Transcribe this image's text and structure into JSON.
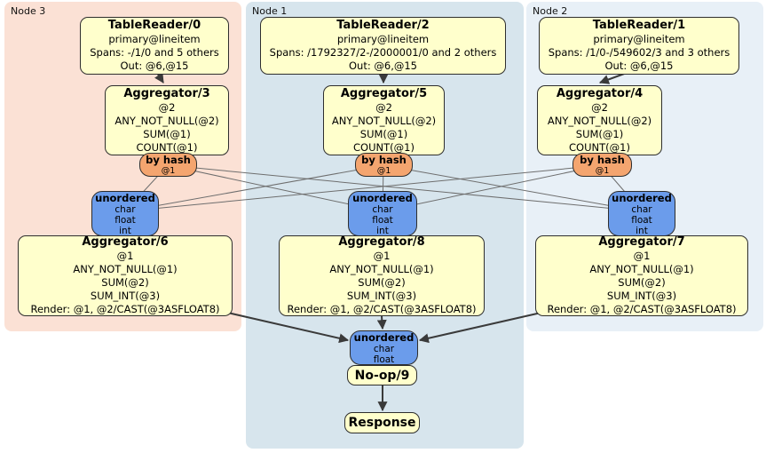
{
  "regions": {
    "node3": {
      "label": "Node 3"
    },
    "node1": {
      "label": "Node 1"
    },
    "node2": {
      "label": "Node 2"
    }
  },
  "nodes": {
    "tablereader0": {
      "title": "TableReader/0",
      "lines": [
        "primary@lineitem",
        "Spans: -/1/0 and 5 others",
        "Out: @6,@15"
      ]
    },
    "aggregator3": {
      "title": "Aggregator/3",
      "lines": [
        "@2",
        "ANY_NOT_NULL(@2)",
        "SUM(@1)",
        "COUNT(@1)"
      ]
    },
    "byhash3": {
      "title": "by hash",
      "lines": [
        "@1"
      ]
    },
    "unordered3": {
      "title": "unordered",
      "lines": [
        "char",
        "float",
        "int"
      ]
    },
    "aggregator6": {
      "title": "Aggregator/6",
      "lines": [
        "@1",
        "ANY_NOT_NULL(@1)",
        "SUM(@2)",
        "SUM_INT(@3)",
        "Render: @1, @2/CAST(@3ASFLOAT8)"
      ]
    },
    "tablereader2": {
      "title": "TableReader/2",
      "lines": [
        "primary@lineitem",
        "Spans: /1792327/2-/2000001/0 and 2 others",
        "Out: @6,@15"
      ]
    },
    "aggregator5": {
      "title": "Aggregator/5",
      "lines": [
        "@2",
        "ANY_NOT_NULL(@2)",
        "SUM(@1)",
        "COUNT(@1)"
      ]
    },
    "byhash1": {
      "title": "by hash",
      "lines": [
        "@1"
      ]
    },
    "unordered1": {
      "title": "unordered",
      "lines": [
        "char",
        "float",
        "int"
      ]
    },
    "aggregator8": {
      "title": "Aggregator/8",
      "lines": [
        "@1",
        "ANY_NOT_NULL(@1)",
        "SUM(@2)",
        "SUM_INT(@3)",
        "Render: @1, @2/CAST(@3ASFLOAT8)"
      ]
    },
    "unorderedfinal": {
      "title": "unordered",
      "lines": [
        "char",
        "float"
      ]
    },
    "noop9": {
      "title": "No-op/9"
    },
    "response": {
      "title": "Response"
    },
    "tablereader1": {
      "title": "TableReader/1",
      "lines": [
        "primary@lineitem",
        "Spans: /1/0-/549602/3 and 3 others",
        "Out: @6,@15"
      ]
    },
    "aggregator4": {
      "title": "Aggregator/4",
      "lines": [
        "@2",
        "ANY_NOT_NULL(@2)",
        "SUM(@1)",
        "COUNT(@1)"
      ]
    },
    "byhash2": {
      "title": "by hash",
      "lines": [
        "@1"
      ]
    },
    "unordered2": {
      "title": "unordered",
      "lines": [
        "char",
        "float",
        "int"
      ]
    },
    "aggregator7": {
      "title": "Aggregator/7",
      "lines": [
        "@1",
        "ANY_NOT_NULL(@1)",
        "SUM(@2)",
        "SUM_INT(@3)",
        "Render: @1, @2/CAST(@3ASFLOAT8)"
      ]
    }
  },
  "colors": {
    "node3_bg": "#fbe1d5",
    "node1_bg": "#d7e5ed",
    "node2_bg": "#e8f0f7",
    "box_yellow": "#ffffcc",
    "box_orange": "#f4a56f",
    "box_blue": "#6b9ceb",
    "edge_thin": "#6e6e6e",
    "edge_thick": "#3a3a3a"
  }
}
